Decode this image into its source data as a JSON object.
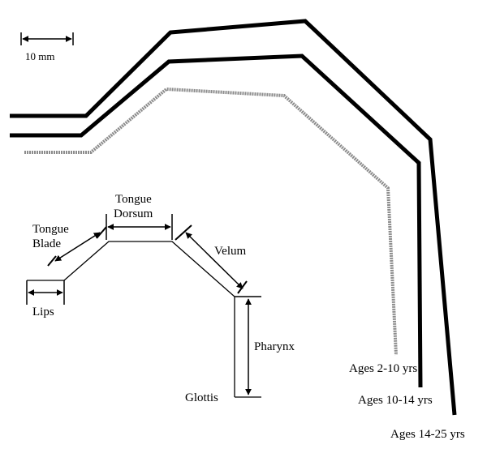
{
  "scale_bar": {
    "label": "10 mm"
  },
  "tracts": [
    {
      "label": "Ages 2-10 yrs",
      "style": "gray"
    },
    {
      "label": "Ages 10-14 yrs",
      "style": "black"
    },
    {
      "label": "Ages 14-25 yrs",
      "style": "black"
    }
  ],
  "schematic": {
    "lips": "Lips",
    "tongue_blade_line1": "Tongue",
    "tongue_blade_line2": "Blade",
    "tongue_dorsum_line1": "Tongue",
    "tongue_dorsum_line2": "Dorsum",
    "velum": "Velum",
    "pharynx": "Pharynx",
    "glottis": "Glottis"
  },
  "colors": {
    "tract_black": "#000000",
    "tract_gray": "#8c8c8c",
    "line": "#000000"
  }
}
